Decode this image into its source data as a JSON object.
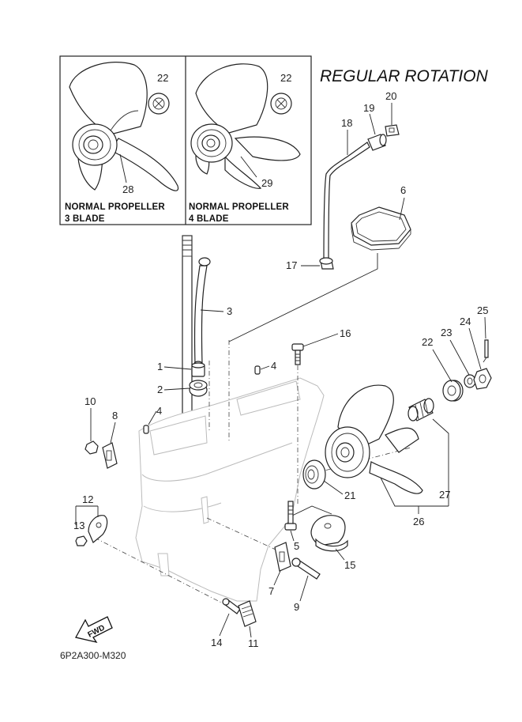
{
  "title": "REGULAR ROTATION",
  "diagram_code": "6P2A300-M320",
  "fwd_label": "FWD",
  "inset_boxes": [
    {
      "line1": "NORMAL PROPELLER",
      "line2": "3 BLADE"
    },
    {
      "line1": "NORMAL PROPELLER",
      "line2": "4 BLADE"
    }
  ],
  "callouts": {
    "c1": "1",
    "c2": "2",
    "c3": "3",
    "c4a": "4",
    "c4b": "4",
    "c5": "5",
    "c6": "6",
    "c7": "7",
    "c8": "8",
    "c9": "9",
    "c10": "10",
    "c11": "11",
    "c12": "12",
    "c13": "13",
    "c14": "14",
    "c15": "15",
    "c16": "16",
    "c17": "17",
    "c18": "18",
    "c19": "19",
    "c20": "20",
    "c21": "21",
    "c22a": "22",
    "c22b": "22",
    "c22c": "22",
    "c23": "23",
    "c24": "24",
    "c25": "25",
    "c26": "26",
    "c27": "27",
    "c28": "28",
    "c29": "29"
  }
}
